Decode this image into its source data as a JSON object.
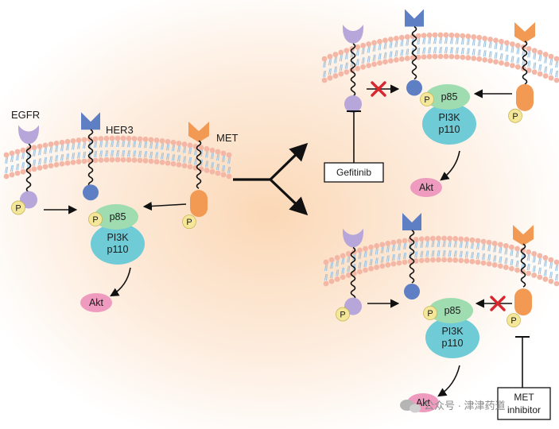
{
  "colors": {
    "egfr": "#b6a6d9",
    "her3": "#5f7fc4",
    "met": "#f29a54",
    "p85": "#9fdcb0",
    "pi3k": "#6fcbd6",
    "akt": "#ee9bbf",
    "phospho": "#f5e79a",
    "membrane_head": "#f4b7a6",
    "membrane_tail": "#9fc3df",
    "block_x": "#d8262f",
    "background_glow": "#fde5cf"
  },
  "labels": {
    "egfr": "EGFR",
    "her3": "HER3",
    "met": "MET",
    "p85": "p85",
    "pi3k_line1": "PI3K",
    "pi3k_line2": "p110",
    "akt": "Akt",
    "phospho": "P"
  },
  "drugs": {
    "gefitinib": "Gefitinib",
    "met_inhibitor_line1": "MET",
    "met_inhibitor_line2": "inhibitor"
  },
  "icons": [
    "receptor-icon",
    "arrow-icon",
    "inhibition-bar-icon",
    "block-x-icon",
    "chat-bubble-icon"
  ],
  "watermark": {
    "text": "公众号 · 津津药道"
  }
}
